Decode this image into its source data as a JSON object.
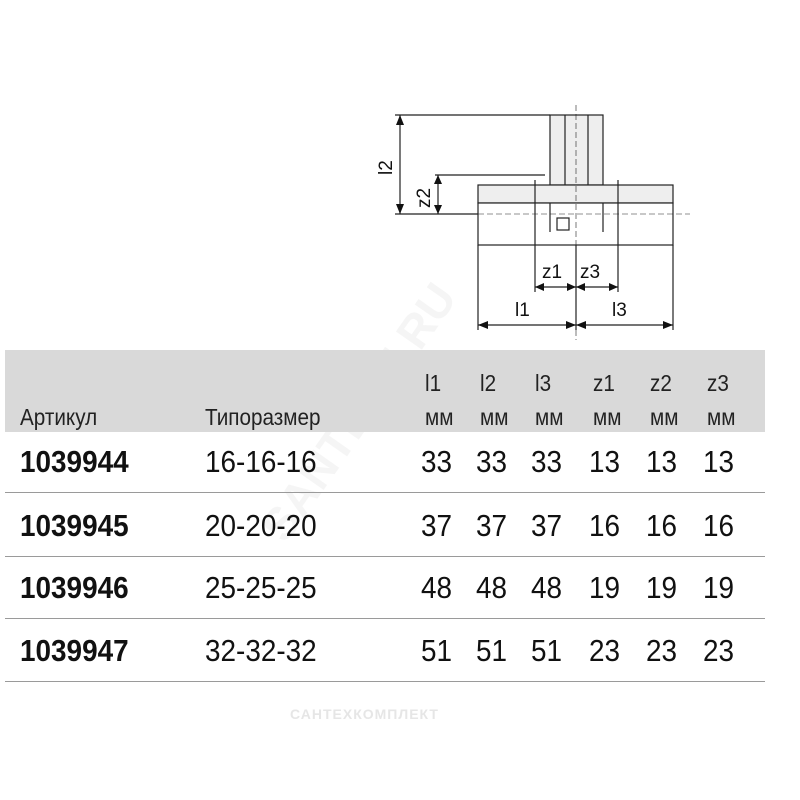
{
  "drawing": {
    "labels": {
      "l1": "l1",
      "l2": "l2",
      "l3": "l3",
      "z1": "z1",
      "z2": "z2",
      "z3": "z3"
    }
  },
  "table": {
    "headers": {
      "article": "Артикул",
      "size": "Типоразмер",
      "dims": [
        {
          "name": "l1",
          "unit": "мм"
        },
        {
          "name": "l2",
          "unit": "мм"
        },
        {
          "name": "l3",
          "unit": "мм"
        },
        {
          "name": "z1",
          "unit": "мм"
        },
        {
          "name": "z2",
          "unit": "мм"
        },
        {
          "name": "z3",
          "unit": "мм"
        }
      ]
    },
    "rows": [
      {
        "article": "1039944",
        "size": "16-16-16",
        "dims": [
          "33",
          "33",
          "33",
          "13",
          "13",
          "13"
        ]
      },
      {
        "article": "1039945",
        "size": "20-20-20",
        "dims": [
          "37",
          "37",
          "37",
          "16",
          "16",
          "16"
        ]
      },
      {
        "article": "1039946",
        "size": "25-25-25",
        "dims": [
          "48",
          "48",
          "48",
          "19",
          "19",
          "19"
        ]
      },
      {
        "article": "1039947",
        "size": "32-32-32",
        "dims": [
          "51",
          "51",
          "51",
          "23",
          "23",
          "23"
        ]
      }
    ]
  },
  "watermark": {
    "text": "САНТЕХКОМПЛЕКТ",
    "diag": "SANTECH.RU"
  }
}
